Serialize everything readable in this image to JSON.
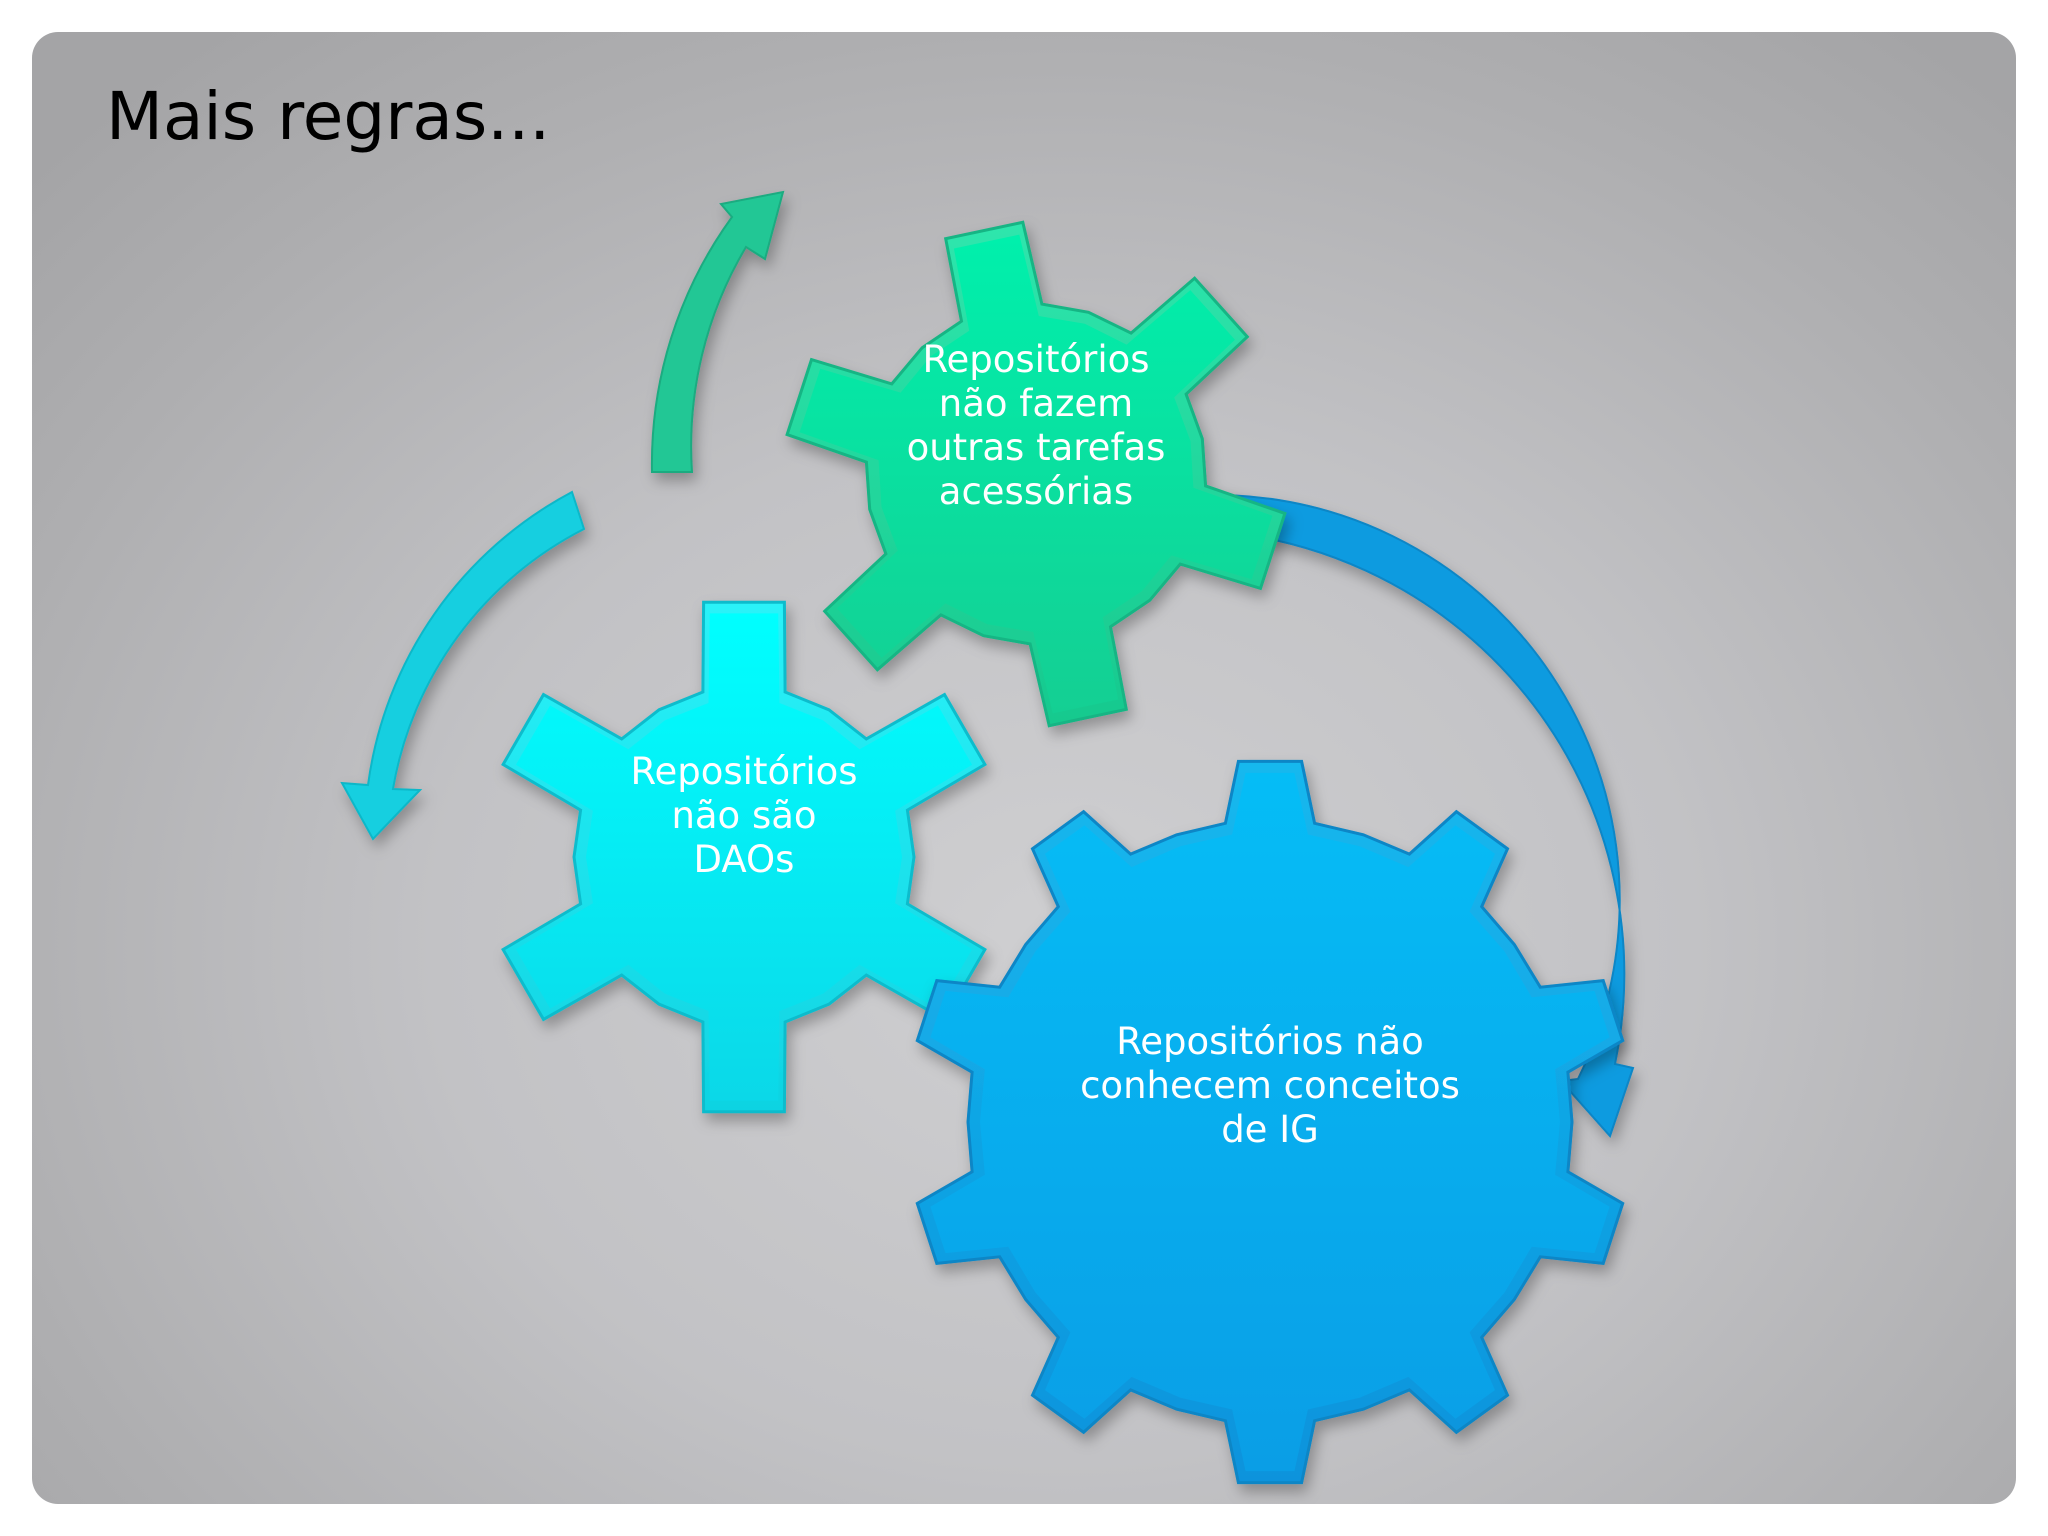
{
  "slide": {
    "title": "Mais regras..."
  },
  "gears": [
    {
      "id": "gear-green",
      "text_lines": [
        "Repositórios",
        "não fazem",
        "outras tarefas",
        "acessórias"
      ],
      "color": "#1fd39b"
    },
    {
      "id": "gear-cyan",
      "text_lines": [
        "Repositórios",
        "não são",
        "DAOs"
      ],
      "color": "#14dbe8"
    },
    {
      "id": "gear-blue",
      "text_lines": [
        "Repositórios não",
        "conhecem conceitos",
        "de IG"
      ],
      "color": "#0aa7e8"
    }
  ],
  "colors": {
    "text_on_gear": "#ffffff",
    "title": "#000000"
  }
}
